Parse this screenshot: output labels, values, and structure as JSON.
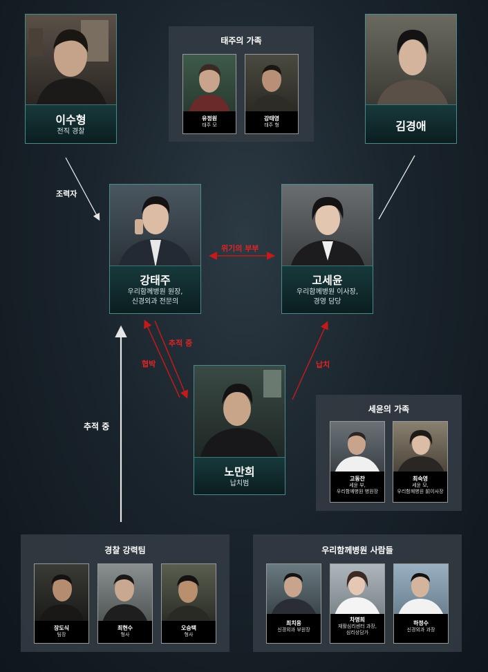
{
  "main_characters": {
    "lee_suhyung": {
      "name": "이수형",
      "role": "전직 경찰"
    },
    "kim_gyeongae": {
      "name": "김경애"
    },
    "kang_taeju": {
      "name": "강태주",
      "role_line1": "우리함께병원 원장,",
      "role_line2": "신경외과 전문의"
    },
    "go_seyun": {
      "name": "고세윤",
      "role_line1": "우리함께병원 이사장,",
      "role_line2": "경영 담당"
    },
    "no_manhui": {
      "name": "노만희",
      "role": "납치범"
    }
  },
  "taeju_family": {
    "title": "태주의 가족",
    "members": [
      {
        "name": "유정원",
        "role": "태주 모"
      },
      {
        "name": "강태영",
        "role": "태주 형"
      }
    ]
  },
  "seyun_family": {
    "title": "세윤의 가족",
    "members": [
      {
        "name": "고동찬",
        "role_line1": "세윤 부,",
        "role_line2": "우리함께병원 병원장"
      },
      {
        "name": "최숙영",
        "role_line1": "세윤 모,",
        "role_line2": "우리함께병원 前이사장"
      }
    ]
  },
  "police_team": {
    "title": "경찰 강력팀",
    "members": [
      {
        "name": "장도식",
        "role": "팀장"
      },
      {
        "name": "최현수",
        "role": "형사"
      },
      {
        "name": "오승택",
        "role": "형사"
      }
    ]
  },
  "hospital_people": {
    "title": "우리함께병원 사람들",
    "members": [
      {
        "name": "최치웅",
        "role": "신경외과 부원장"
      },
      {
        "name": "차명희",
        "role_line1": "재활심리센터 과장,",
        "role_line2": "심리상담가"
      },
      {
        "name": "하정수",
        "role": "신경외과 과장"
      }
    ]
  },
  "relations": {
    "collaborator": "조력자",
    "crisis_couple": "위기의 부부",
    "tracking": "추적 중",
    "threat": "협박",
    "kidnap": "납치",
    "police_tracking": "추적 중"
  },
  "colors": {
    "card_border": "#4a8c8c",
    "red_arrow": "#c41a1a",
    "white_arrow": "#e6e6e6",
    "red_text": "#e02424"
  }
}
